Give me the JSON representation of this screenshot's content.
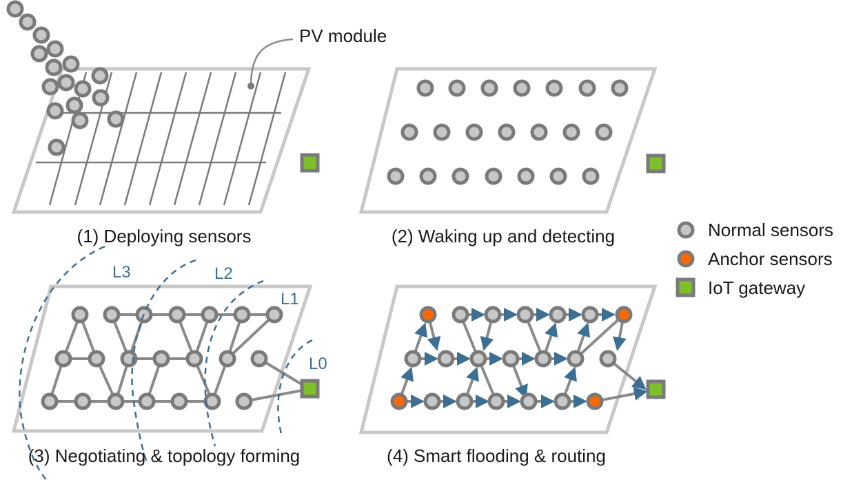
{
  "colors": {
    "normal_sensor": "#c8c8c8",
    "anchor_sensor": "#ff6600",
    "gateway": "#7cbf28",
    "outline": "#7a7a7a",
    "panel_border": "#c8c8c8",
    "level_arc": "#3d6f94",
    "arrow": "#3d6f94"
  },
  "panels": [
    {
      "caption": "(1) Deploying sensors",
      "callout": "PV module"
    },
    {
      "caption": "(2) Waking up and detecting"
    },
    {
      "caption": "(3) Negotiating & topology forming",
      "levels": [
        "L3",
        "L2",
        "L1",
        "L0"
      ]
    },
    {
      "caption": "(4) Smart flooding & routing"
    }
  ],
  "legend": {
    "items": [
      {
        "label": "Normal sensors",
        "icon": "normal-sensor-icon"
      },
      {
        "label": "Anchor sensors",
        "icon": "anchor-sensor-icon"
      },
      {
        "label": "IoT gateway",
        "icon": "gateway-icon"
      }
    ]
  }
}
